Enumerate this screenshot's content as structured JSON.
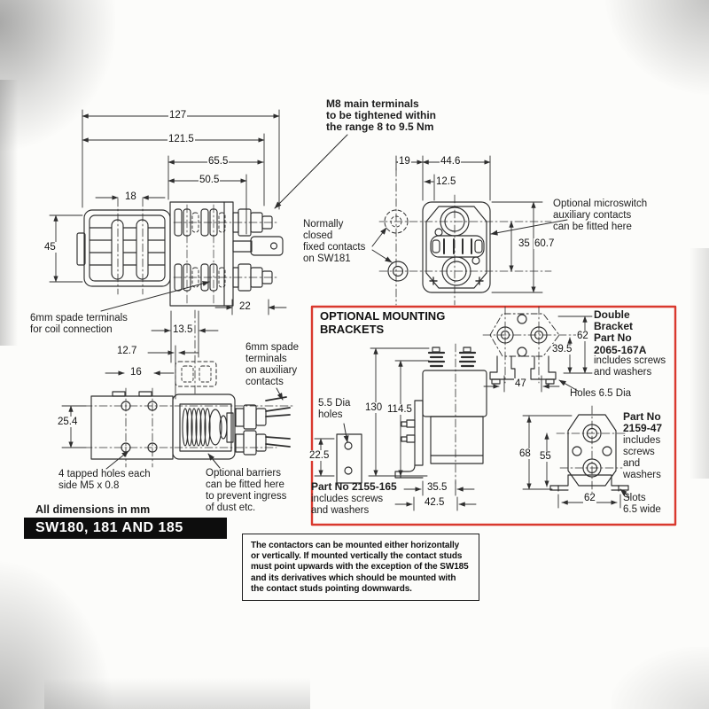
{
  "banner": {
    "title": "SW180, 181 AND 185"
  },
  "notes": {
    "all_dims": "All dimensions in mm",
    "mounting": "The contactors can be mounted either horizontally\nor vertically. If mounted vertically the contact studs\nmust point upwards with the exception of the SW185\nand its derivatives which should be mounted with\nthe contact studs pointing downwards."
  },
  "colors": {
    "panel_red": "#d9392e",
    "banner_black": "#0d0d0d",
    "ink": "#2e2e2e"
  },
  "drawing": {
    "ann": {
      "m8": "M8 main terminals\nto be tightened within\nthe range 8 to 9.5 Nm",
      "coil_spade": "6mm spade terminals\nfor coil connection",
      "nc": "Normally\nclosed\nfixed contacts\non SW181",
      "aux_spade": "6mm spade\nterminals\non auxiliary\ncontacts",
      "tapped": "4 tapped holes each\nside M5 x 0.8",
      "barriers": "Optional barriers\ncan be fitted here\nto prevent ingress\nof dust etc.",
      "micro": "Optional microswitch\nauxiliary contacts\ncan be fitted here"
    },
    "dims": {
      "d127": "127",
      "d121_5": "121.5",
      "d65_5": "65.5",
      "d50_5": "50.5",
      "d18": "18",
      "d45": "45",
      "d22": "22",
      "d13_5": "13.5",
      "d12_7": "12.7",
      "d16": "16",
      "d25_4": "25.4",
      "d19": "19",
      "d44_6": "44.6",
      "d12_5": "12.5",
      "d35": "35",
      "d60_7": "60.7"
    }
  },
  "panel": {
    "title": "OPTIONAL MOUNTING\nBRACKETS",
    "plate": {
      "holes": "5.5 Dia\nholes",
      "d22_5": "22.5",
      "part": "Part No 2155-165",
      "includes": "includes screws\nand washers"
    },
    "body": {
      "d130": "130",
      "d114_5": "114.5",
      "d35_5": "35.5",
      "d42_5": "42.5"
    },
    "db": {
      "part": "Double\nBracket\nPart No\n2065-167A",
      "includes": "includes screws\nand washers",
      "d62": "62",
      "d39_5": "39.5",
      "d47": "47",
      "holes": "Holes 6.5 Dia"
    },
    "sb": {
      "part": "Part No\n2159-47",
      "includes": "includes\nscrews\nand\nwashers",
      "d68": "68",
      "d55": "55",
      "d62": "62",
      "slots": "Slots\n6.5 wide"
    }
  }
}
